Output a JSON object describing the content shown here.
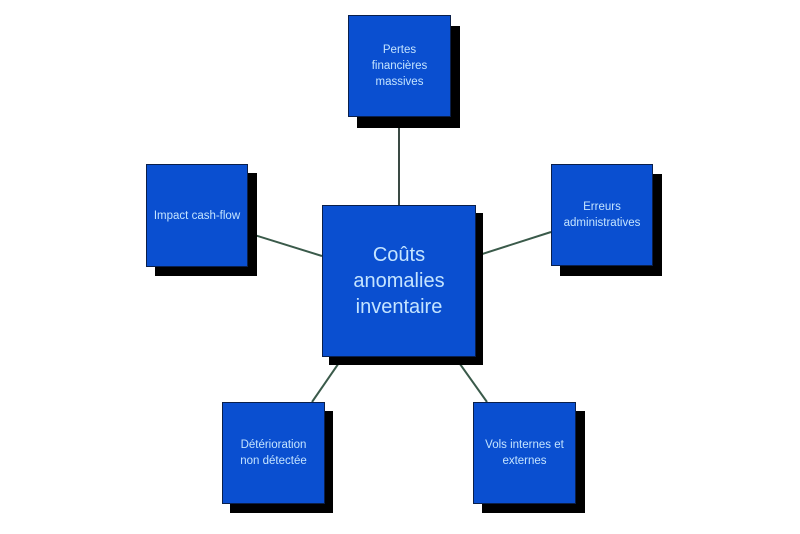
{
  "diagram": {
    "type": "hub-and-spoke",
    "colors": {
      "box_fill": "#0a4fd0",
      "box_border": "#0a1f4a",
      "shadow": "#000000",
      "text": "#c4e4ff",
      "connector": "#3a5a4a",
      "background": "#ffffff"
    },
    "center": {
      "label": "Coûts\nanomalies\ninventaire"
    },
    "nodes": [
      {
        "id": "top",
        "label": "Pertes\nfinancières\nmassives"
      },
      {
        "id": "left",
        "label": "Impact cash-flow"
      },
      {
        "id": "right",
        "label": "Erreurs\nadministratives"
      },
      {
        "id": "bottom-left",
        "label": "Détérioration\nnon détectée"
      },
      {
        "id": "bottom-right",
        "label": "Vols internes et\nexternes"
      }
    ]
  }
}
